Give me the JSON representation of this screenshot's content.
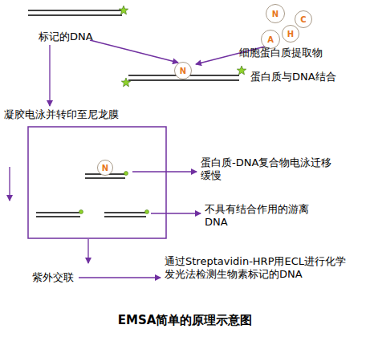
{
  "diagram": {
    "caption": "EMSA简单的原理示意图",
    "nodes": [
      {
        "text": [
          "N"
        ]
      },
      {
        "text": [
          "C"
        ]
      },
      {
        "text": [
          "H"
        ]
      },
      {
        "text": [
          "A"
        ]
      },
      {
        "text": [
          "N"
        ]
      },
      {
        "text": [
          "N"
        ]
      }
    ],
    "labels": [
      "标记的DNA",
      "细胞蛋白质提取物",
      "蛋白质与DNA结合",
      "凝胶电泳并转印至尼龙膜",
      "蛋白质-DNA复合物电泳迁移缓慢",
      "不具有结合作用的游离DNA",
      "紫外交联",
      "通过Streptavidin-HRP用ECL进行化学发光法检测生物素标记的DNA"
    ]
  }
}
